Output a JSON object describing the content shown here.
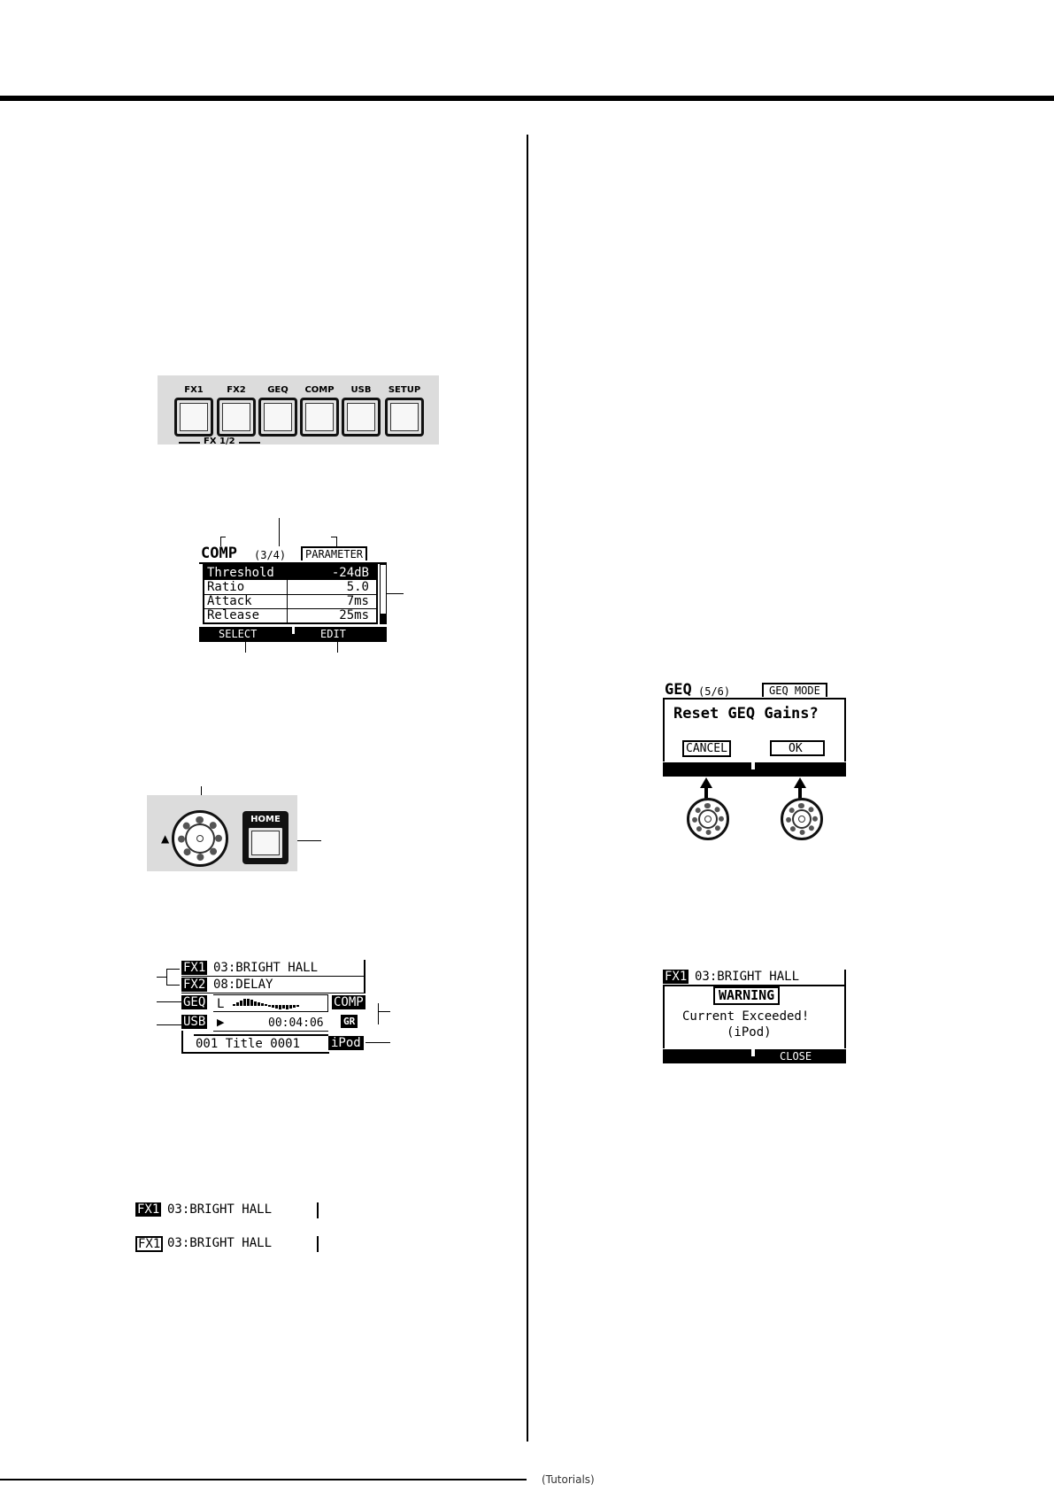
{
  "page": {
    "footer_text": "(Tutorials)"
  },
  "selector_buttons": {
    "buttons": [
      "FX1",
      "FX2",
      "GEQ",
      "COMP",
      "USB",
      "SETUP"
    ],
    "group_label": "FX 1/2"
  },
  "comp_screen": {
    "title": "COMP",
    "page": "(3/4)",
    "tab": "PARAMETER",
    "rows": [
      {
        "name": "Threshold",
        "value": "-24dB"
      },
      {
        "name": "Ratio",
        "value": "5.0"
      },
      {
        "name": "Attack",
        "value": "7ms"
      },
      {
        "name": "Release",
        "value": "25ms"
      }
    ],
    "soft_left": "SELECT",
    "soft_right": "EDIT"
  },
  "home_panel": {
    "home_label": "HOME"
  },
  "home_screen": {
    "fx1_tag": "FX1",
    "fx1_name": "03:BRIGHT HALL",
    "fx2_tag": "FX2",
    "fx2_name": "08:DELAY",
    "geq_tag": "GEQ",
    "geq_channel": "L",
    "usb_tag": "USB",
    "usb_time": "00:04:06",
    "track_title": "001 Title 0001",
    "comp_tag": "COMP",
    "gr_tag": "GR",
    "ipod_tag": "iPod"
  },
  "fx_examples": [
    {
      "tag": "FX1",
      "name": "03:BRIGHT HALL",
      "style": "on"
    },
    {
      "tag": "FX1",
      "name": "03:BRIGHT HALL",
      "style": "off"
    }
  ],
  "geq_screen": {
    "title": "GEQ",
    "page": "(5/6)",
    "tab": "GEQ MODE",
    "question": "Reset GEQ Gains?",
    "cancel": "CANCEL",
    "ok": "OK"
  },
  "warning_screen": {
    "fx_tag": "FX1",
    "fx_name": "03:BRIGHT HALL",
    "heading": "WARNING",
    "line1": "Current Exceeded!",
    "line2": "(iPod)",
    "close": "CLOSE"
  }
}
